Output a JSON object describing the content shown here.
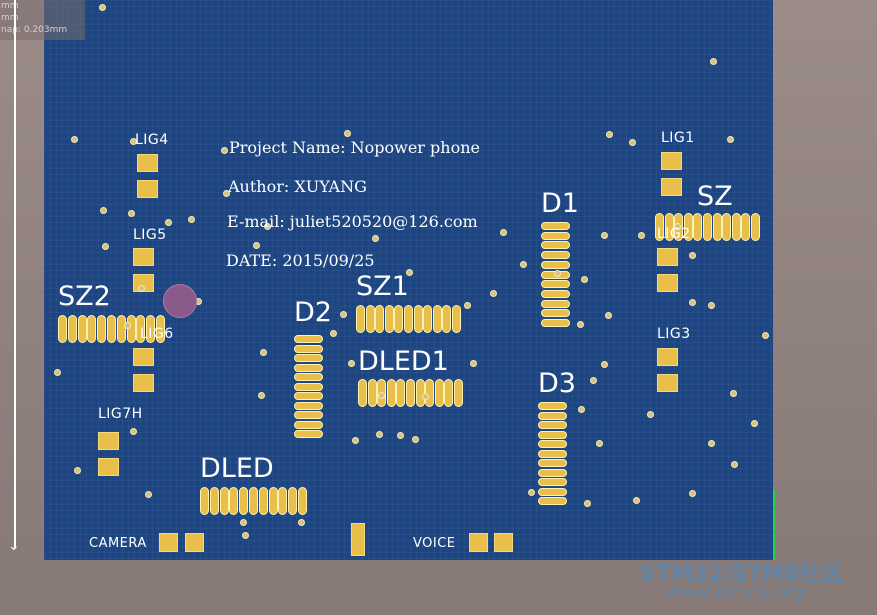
{
  "overlay": {
    "unit1": "mm",
    "unit2": "mm",
    "snap": "nap: 0.203mm"
  },
  "info": {
    "project": "Project  Name:  Nopower  phone",
    "author": "Author:  XUYANG",
    "email": "E-mail:  juliet520520@126.com",
    "date": "DATE:  2015/09/25"
  },
  "components": {
    "lig4": "LIG4",
    "lig5": "LIG5",
    "lig6": "LIG6",
    "lig7h": "LIG7H",
    "lig1": "LIG1",
    "lig2": "LIG2",
    "lig3": "LIG3",
    "sz": "SZ",
    "sz2": "SZ2",
    "sz1": "SZ1",
    "d1": "D1",
    "d2": "D2",
    "d3": "D3",
    "dled1": "DLED1",
    "dled": "DLED",
    "camera": "CAMERA",
    "voice": "VOICE"
  },
  "watermark": {
    "title": "STM32/STM8社区",
    "url": "www.stmcu.org"
  },
  "colors": {
    "board": "#1d4582",
    "pad": "#e8bf4a",
    "background": "#8e807d"
  }
}
